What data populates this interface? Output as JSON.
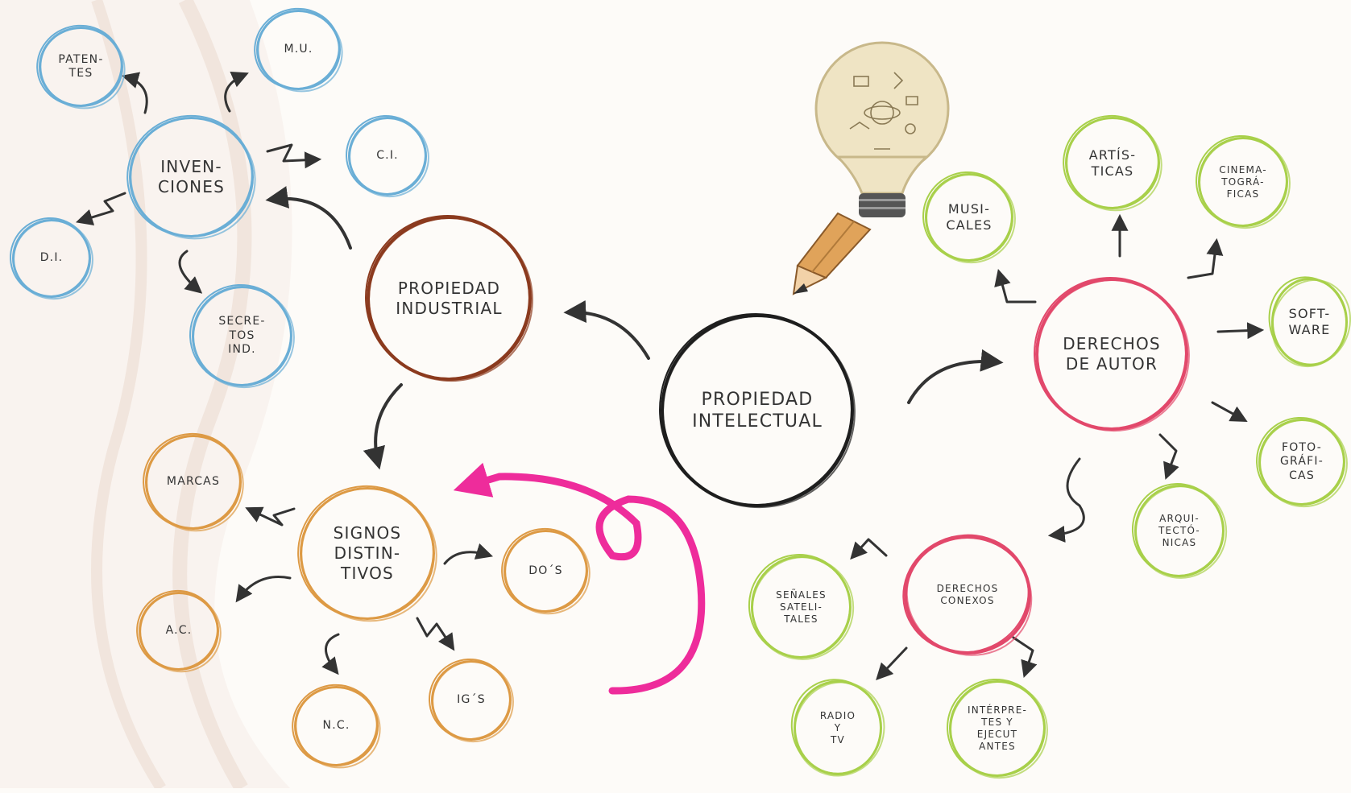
{
  "diagram": {
    "center": "PROPIEDAD\nINTELECTUAL",
    "branches": {
      "industrial": {
        "title": "PROPIEDAD\nINDUSTRIAL",
        "inventions": {
          "title": "INVEN-\nCIONES",
          "children": [
            "PATEN-\nTES",
            "M.U.",
            "C.I.",
            "D.I.",
            "SECRE-\nTOS\nIND."
          ]
        },
        "signs": {
          "title": "SIGNOS\nDISTIN-\nTIVOS",
          "children": [
            "MARCAS",
            "A.C.",
            "N.C.",
            "IG´S",
            "DO´S"
          ]
        }
      },
      "copyright": {
        "title": "DERECHOS\nDE AUTOR",
        "children": [
          "MUSI-\nCALES",
          "ARTÍS-\nTICAS",
          "CINEMA-\nTOGRÁ-\nFICAS",
          "SOFT-\nWARE",
          "FOTO-\nGRÁFI-\nCAS",
          "ARQUI-\nTECTÓ-\nNICAS"
        ],
        "related": {
          "title": "DERECHOS\nCONEXOS",
          "children": [
            "SEÑALES\nSATELI-\nTALES",
            "RADIO\nY\nTV",
            "INTÉRPRE-\nTES Y\nEJECUT\nANTES"
          ]
        }
      }
    },
    "colors": {
      "center": "#1e1e1e",
      "industrial": "#8b3a1e",
      "inventions": "#6aaed6",
      "signs": "#dd9a45",
      "copyright": "#e2486b",
      "related": "#e2486b",
      "copyright_children": "#a8d04a",
      "highlight_arrow": "#ee2c9b",
      "arrows": "#333333"
    },
    "icons": [
      "lightbulb-icon",
      "pencil-icon"
    ]
  }
}
